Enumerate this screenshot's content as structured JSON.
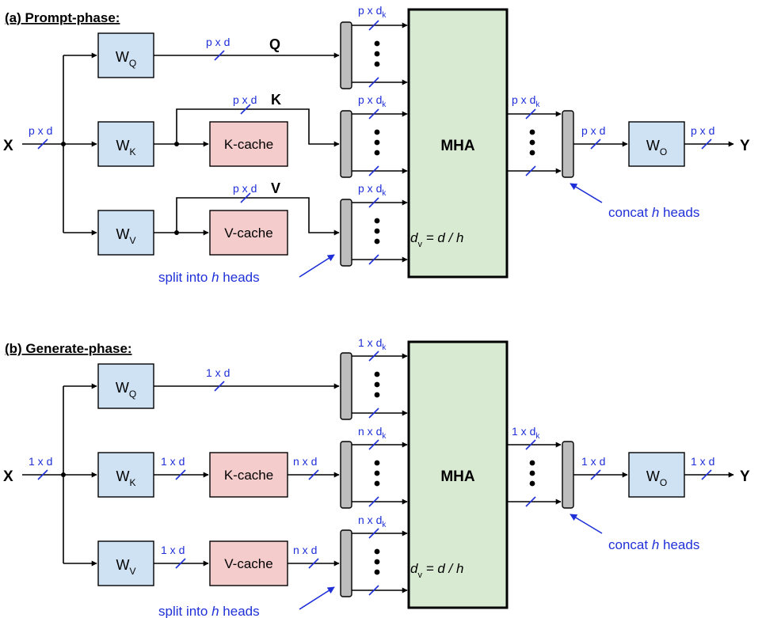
{
  "colors": {
    "weight_fill": "#cfe2f3",
    "cache_fill": "#f4cccc",
    "mha_fill": "#d9ead3",
    "mux_fill": "#bdbdbd",
    "annotation": "#1f30d8",
    "line": "#000000"
  },
  "panels": [
    {
      "title": "(b) Generate-phase:",
      "input_label": "X",
      "input_dim": "1 x d",
      "output_label": "Y",
      "wq": {
        "main": "W",
        "sub": "Q"
      },
      "wk": {
        "main": "W",
        "sub": "K"
      },
      "wv": {
        "main": "W",
        "sub": "V"
      },
      "wo": {
        "main": "W",
        "sub": "O"
      },
      "q_dim": "1 x d",
      "k_pre_dim": "1 x d",
      "v_pre_dim": "1 x d",
      "k_cache_label": "K-cache",
      "v_cache_label": "V-cache",
      "k_cache_out_dim": "n x d",
      "v_cache_out_dim": "n x d",
      "split_q_dim": {
        "main": "1 x d",
        "sub": "k"
      },
      "split_k_dim": {
        "main": "n x d",
        "sub": "k"
      },
      "split_v_dim": {
        "main": "n x d",
        "sub": "k"
      },
      "mha_label": "MHA",
      "dv_eq": {
        "d": "d",
        "sub": "v",
        "rest": " = d / h"
      },
      "concat_in_dim": {
        "main": "1 x d",
        "sub": "k"
      },
      "concat_out_dim": "1 x d",
      "wo_out_dim": "1 x d",
      "split_note": {
        "pre": "split into ",
        "h": "h",
        "post": " heads"
      },
      "concat_note": {
        "pre": "concat ",
        "h": "h",
        "post": " heads"
      }
    },
    {
      "title": "(a) Prompt-phase:",
      "input_label": "X",
      "input_dim": "p x d",
      "output_label": "Y",
      "wq": {
        "main": "W",
        "sub": "Q"
      },
      "wk": {
        "main": "W",
        "sub": "K"
      },
      "wv": {
        "main": "W",
        "sub": "V"
      },
      "wo": {
        "main": "W",
        "sub": "O"
      },
      "q_label": "Q",
      "k_label": "K",
      "v_label": "V",
      "q_dim": "p x d",
      "k_dim": "p x d",
      "v_dim": "p x d",
      "k_cache_label": "K-cache",
      "v_cache_label": "V-cache",
      "split_q_dim": {
        "main": "p x d",
        "sub": "k"
      },
      "split_k_dim": {
        "main": "p x d",
        "sub": "k"
      },
      "split_v_dim": {
        "main": "p x d",
        "sub": "k"
      },
      "mha_label": "MHA",
      "dv_eq": {
        "d": "d",
        "sub": "v",
        "rest": " = d / h"
      },
      "concat_in_dim": {
        "main": "p x d",
        "sub": "k"
      },
      "concat_out_dim": "p x d",
      "wo_out_dim": "p x d",
      "split_note": {
        "pre": "split into ",
        "h": "h",
        "post": " heads"
      },
      "concat_note": {
        "pre": "concat ",
        "h": "h",
        "post": " heads"
      }
    }
  ]
}
